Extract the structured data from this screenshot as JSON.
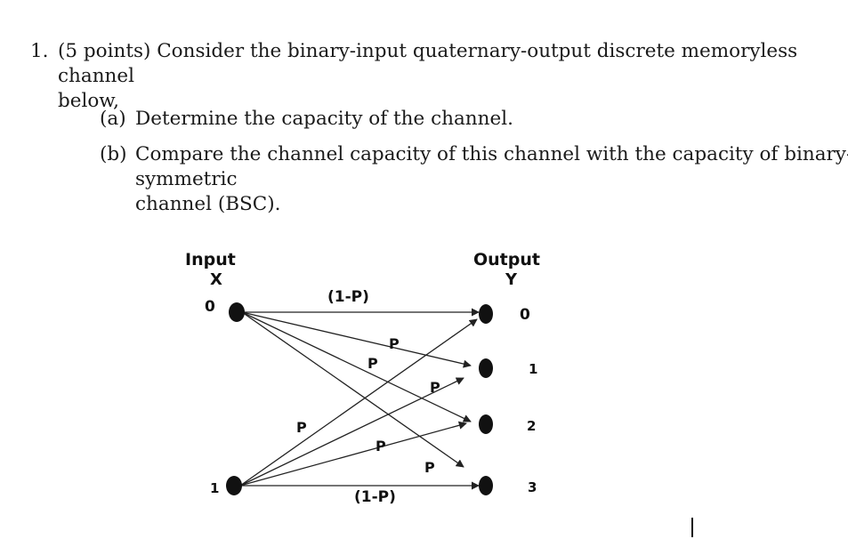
{
  "question": {
    "number": "1.",
    "stem_line1": "(5 points) Consider the binary-input quaternary-output discrete memoryless channel",
    "stem_line2": "below,",
    "parts": [
      {
        "label": "(a)",
        "text": "Determine the capacity of the channel."
      },
      {
        "label": "(b)",
        "line1": "Compare the channel capacity of this channel with the capacity of binary-symmetric",
        "line2": "channel (BSC)."
      }
    ]
  },
  "diagram": {
    "input_title": "Input",
    "input_var": "X",
    "output_title": "Output",
    "output_var": "Y",
    "input_labels": [
      "0",
      "1"
    ],
    "output_labels": [
      "0",
      "1",
      "2",
      "3"
    ],
    "edge_labels": {
      "top_straight": "(1-P)",
      "bottom_straight": "(1-P)",
      "p1": "P",
      "p2": "P",
      "p3": "P",
      "p4": "P",
      "p5": "P",
      "p6": "P"
    },
    "stroke_color": "#222222"
  }
}
